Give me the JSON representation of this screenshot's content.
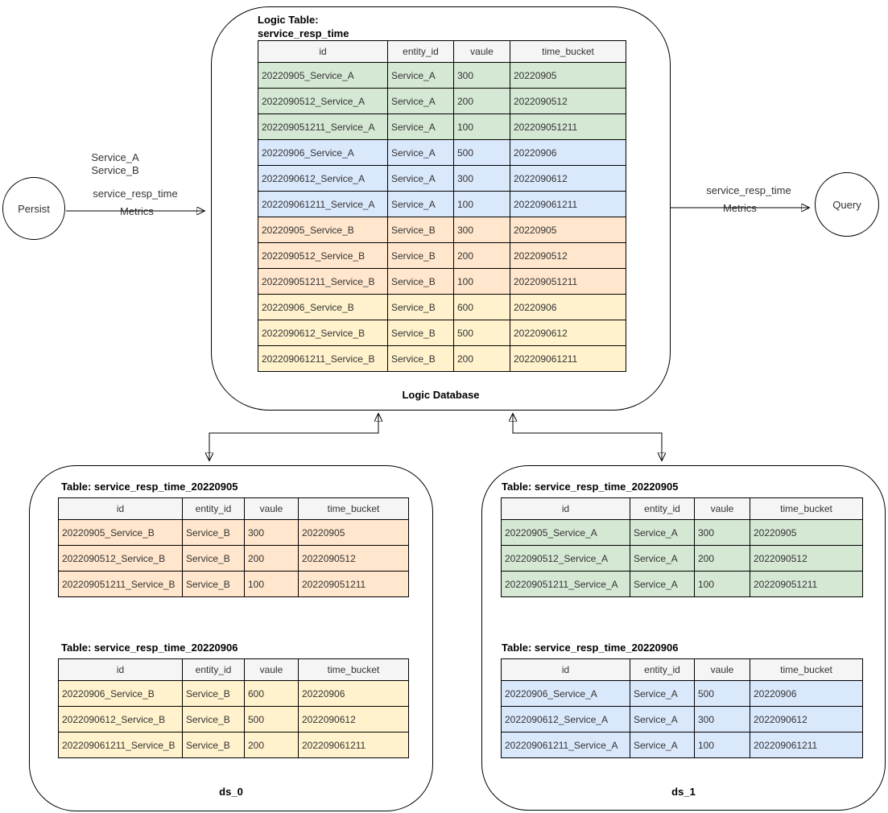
{
  "colors": {
    "green": "#d5e8d4",
    "blue": "#dae8fc",
    "orange": "#ffe6cc",
    "yellow": "#fff2cc",
    "header_bg": "#f5f5f5",
    "stroke": "#000000"
  },
  "nodes": {
    "persist": "Persist",
    "query": "Query"
  },
  "edges": {
    "persist_to_db": {
      "services": [
        "Service_A",
        "Service_B"
      ],
      "metric": "service_resp_time",
      "label": "Metrics"
    },
    "db_to_query": {
      "metric": "service_resp_time",
      "label": "Metrics"
    }
  },
  "logic_database": {
    "title_line1": "Logic Table:",
    "title_line2": "service_resp_time",
    "footer": "Logic Database",
    "table": {
      "columns": [
        "id",
        "entity_id",
        "vaule",
        "time_bucket"
      ],
      "rows": [
        {
          "cells": [
            "20220905_Service_A",
            "Service_A",
            "300",
            "20220905"
          ],
          "color": "green"
        },
        {
          "cells": [
            "2022090512_Service_A",
            "Service_A",
            "200",
            "2022090512"
          ],
          "color": "green"
        },
        {
          "cells": [
            "202209051211_Service_A",
            "Service_A",
            "100",
            "202209051211"
          ],
          "color": "green"
        },
        {
          "cells": [
            "20220906_Service_A",
            "Service_A",
            "500",
            "20220906"
          ],
          "color": "blue"
        },
        {
          "cells": [
            "2022090612_Service_A",
            "Service_A",
            "300",
            "2022090612"
          ],
          "color": "blue"
        },
        {
          "cells": [
            "202209061211_Service_A",
            "Service_A",
            "100",
            "202209061211"
          ],
          "color": "blue"
        },
        {
          "cells": [
            "20220905_Service_B",
            "Service_B",
            "300",
            "20220905"
          ],
          "color": "orange"
        },
        {
          "cells": [
            "2022090512_Service_B",
            "Service_B",
            "200",
            "2022090512"
          ],
          "color": "orange"
        },
        {
          "cells": [
            "202209051211_Service_B",
            "Service_B",
            "100",
            "202209051211"
          ],
          "color": "orange"
        },
        {
          "cells": [
            "20220906_Service_B",
            "Service_B",
            "600",
            "20220906"
          ],
          "color": "yellow"
        },
        {
          "cells": [
            "2022090612_Service_B",
            "Service_B",
            "500",
            "2022090612"
          ],
          "color": "yellow"
        },
        {
          "cells": [
            "202209061211_Service_B",
            "Service_B",
            "200",
            "202209061211"
          ],
          "color": "yellow"
        }
      ]
    }
  },
  "ds_0": {
    "footer": "ds_0",
    "tables": [
      {
        "title": "Table: service_resp_time_20220905",
        "columns": [
          "id",
          "entity_id",
          "vaule",
          "time_bucket"
        ],
        "rows": [
          {
            "cells": [
              "20220905_Service_B",
              "Service_B",
              "300",
              "20220905"
            ],
            "color": "orange"
          },
          {
            "cells": [
              "2022090512_Service_B",
              "Service_B",
              "200",
              "2022090512"
            ],
            "color": "orange"
          },
          {
            "cells": [
              "202209051211_Service_B",
              "Service_B",
              "100",
              "202209051211"
            ],
            "color": "orange"
          }
        ]
      },
      {
        "title": "Table: service_resp_time_20220906",
        "columns": [
          "id",
          "entity_id",
          "vaule",
          "time_bucket"
        ],
        "rows": [
          {
            "cells": [
              "20220906_Service_B",
              "Service_B",
              "600",
              "20220906"
            ],
            "color": "yellow"
          },
          {
            "cells": [
              "2022090612_Service_B",
              "Service_B",
              "500",
              "2022090612"
            ],
            "color": "yellow"
          },
          {
            "cells": [
              "202209061211_Service_B",
              "Service_B",
              "200",
              "202209061211"
            ],
            "color": "yellow"
          }
        ]
      }
    ]
  },
  "ds_1": {
    "footer": "ds_1",
    "tables": [
      {
        "title": "Table: service_resp_time_20220905",
        "columns": [
          "id",
          "entity_id",
          "vaule",
          "time_bucket"
        ],
        "rows": [
          {
            "cells": [
              "20220905_Service_A",
              "Service_A",
              "300",
              "20220905"
            ],
            "color": "green"
          },
          {
            "cells": [
              "2022090512_Service_A",
              "Service_A",
              "200",
              "2022090512"
            ],
            "color": "green"
          },
          {
            "cells": [
              "202209051211_Service_A",
              "Service_A",
              "100",
              "202209051211"
            ],
            "color": "green"
          }
        ]
      },
      {
        "title": "Table: service_resp_time_20220906",
        "columns": [
          "id",
          "entity_id",
          "vaule",
          "time_bucket"
        ],
        "rows": [
          {
            "cells": [
              "20220906_Service_A",
              "Service_A",
              "500",
              "20220906"
            ],
            "color": "blue"
          },
          {
            "cells": [
              "2022090612_Service_A",
              "Service_A",
              "300",
              "2022090612"
            ],
            "color": "blue"
          },
          {
            "cells": [
              "202209061211_Service_A",
              "Service_A",
              "100",
              "202209061211"
            ],
            "color": "blue"
          }
        ]
      }
    ]
  }
}
